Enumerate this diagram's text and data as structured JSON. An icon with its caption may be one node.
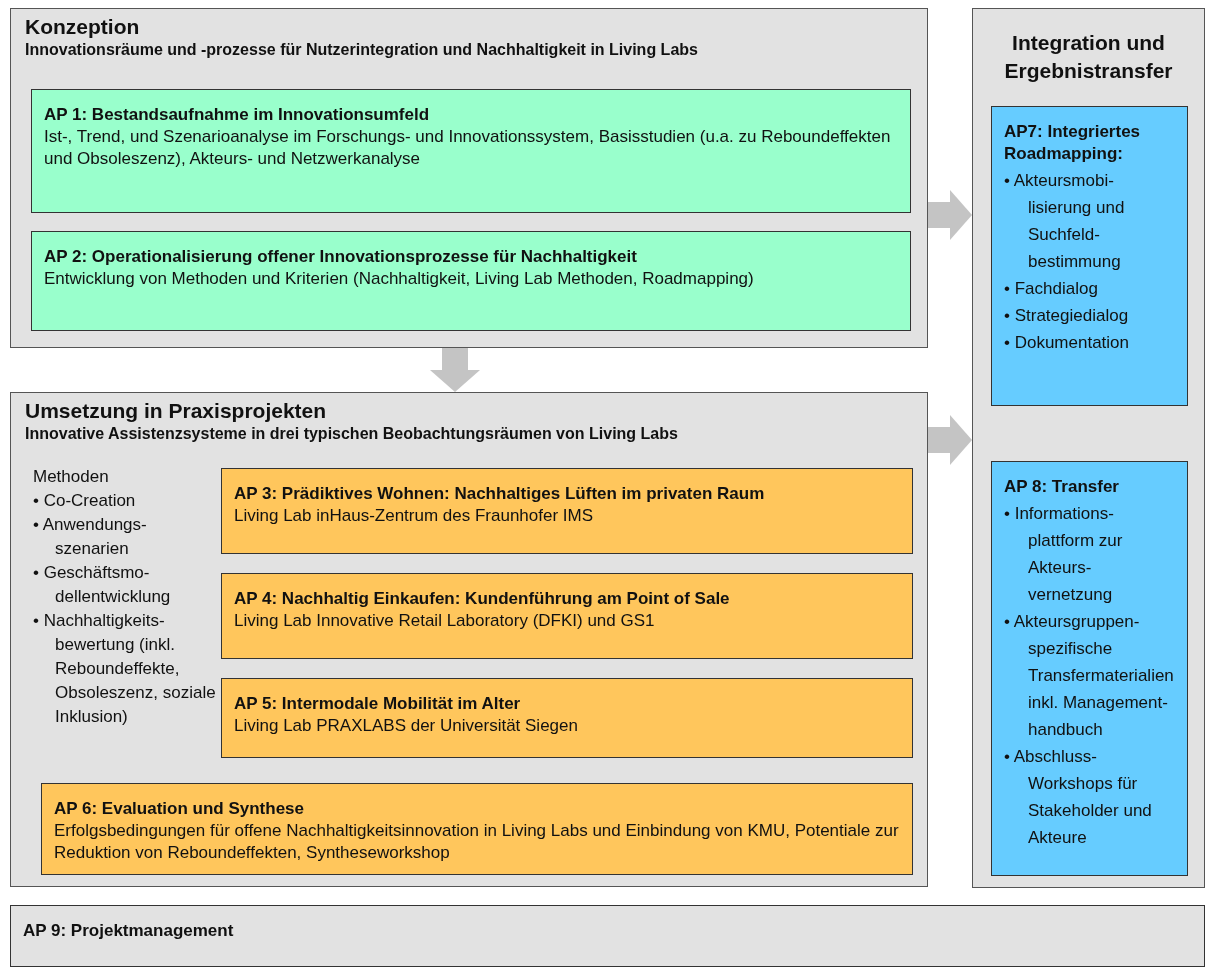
{
  "diagram": {
    "nodes": [
      {
        "text": [
          "Konzeption",
          "Innovationsräume und -prozesse für Nutzerintegration und Nachhaltigkeit in Living Labs"
        ]
      },
      {
        "text": [
          "AP 1: Bestandsaufnahme im Innovationsumfeld",
          "Ist-, Trend, und Szenarioanalyse im Forschungs- und Innovationssystem, Basisstudien (u.a. zu Reboundeffekten und Obsoleszenz), Akteurs- und Netzwerkanalyse"
        ],
        "in": 0
      },
      {
        "text": [
          "AP 2: Operationalisierung offener Innovationsprozesse für Nachhaltigkeit",
          "Entwicklung von Methoden und Kriterien (Nachhaltigkeit, Living Lab Methoden, Roadmapping)"
        ],
        "in": 0
      },
      {
        "text": [
          "Umsetzung in Praxisprojekten",
          "Innovative Assistenzsysteme in drei typischen Beobachtungsräumen von Living Labs"
        ]
      },
      {
        "text": [
          "AP 3: Prädiktives Wohnen: Nachhaltiges Lüften im privaten Raum",
          "Living Lab inHaus-Zentrum des Fraunhofer IMS"
        ],
        "in": 3
      },
      {
        "text": [
          "AP 4: Nachhaltig Einkaufen: Kundenführung am Point of Sale",
          "Living Lab Innovative Retail Laboratory (DFKI) und GS1"
        ],
        "in": 3
      },
      {
        "text": [
          "AP 5: Intermodale Mobilität im Alter",
          "Living Lab PRAXLABS der Universität Siegen"
        ],
        "in": 3
      },
      {
        "text": [
          "AP 6: Evaluation und Synthese",
          "Erfolgsbedingungen für offene Nachhaltigkeitsinnovation in Living Labs und Einbindung von KMU, Potentiale zur Reduktion von Reboundeffekten, Syntheseworkshop"
        ],
        "in": 3
      },
      {
        "text": [
          "Integration und Ergebnistransfer"
        ]
      },
      {
        "text": [
          "AP7: Integriertes Roadmapping:",
          "• Akteursmobi-lisierung und Suchfeld-bestimmung",
          "• Fachdialog",
          "• Strategiedialog",
          "• Dokumentation"
        ],
        "in": 8
      },
      {
        "text": [
          "AP 8: Transfer",
          "• Informations-plattform zur Akteurs-vernetzung",
          "• Akteursgruppen-spezifische Transfermaterialien inkl. Management-handbuch",
          "• Abschluss-Workshops für Stakeholder und Akteure"
        ],
        "in": 8
      },
      {
        "text": [
          "AP 9: Projektmanagement"
        ]
      }
    ],
    "edges": [
      {
        "from": 0,
        "to": 3,
        "arrow": "to"
      },
      {
        "from": 0,
        "to": 8,
        "arrow": "to"
      },
      {
        "from": 3,
        "to": 8,
        "arrow": "to"
      }
    ],
    "labels": [
      "Methoden",
      "• Co-Creation",
      "• Anwendungs-szenarien",
      "• Geschäftsmo-dellentwicklung",
      "• Nachhaltigkeits-bewertung (inkl. Reboundeffekte, Obsoleszenz, soziale Inklusion)"
    ]
  }
}
